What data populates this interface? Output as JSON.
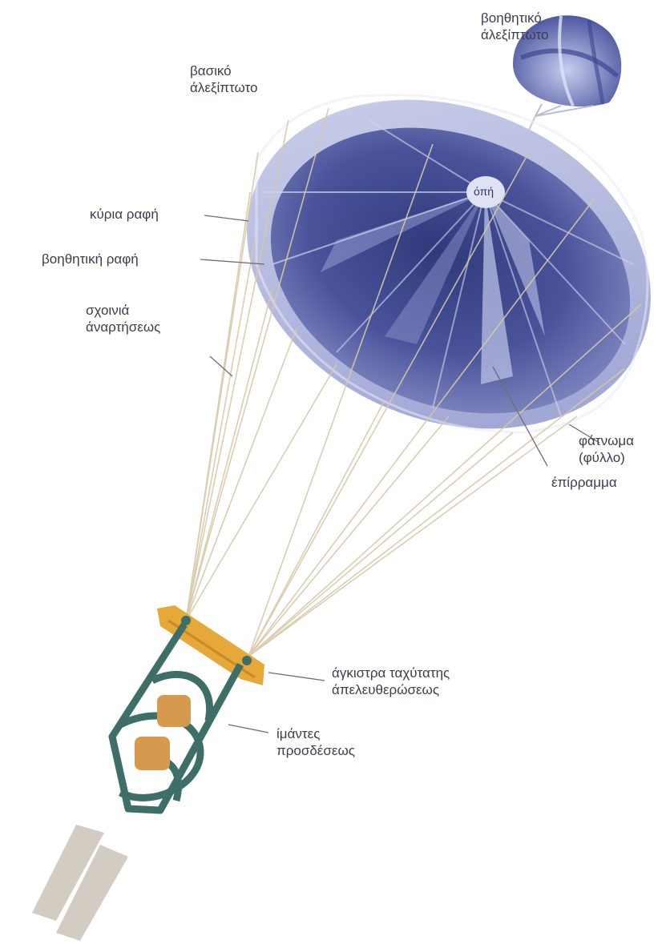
{
  "labels": {
    "pilot_chute": [
      "βοηθητικό",
      "άλεξίπτωτο"
    ],
    "main_canopy": [
      "βασικό",
      "άλεξίπτωτο"
    ],
    "main_seam": "κύρια ραφή",
    "aux_seam": "βοηθητική ραφή",
    "suspension_lines": [
      "σχοινιά",
      "άναρτήσεως"
    ],
    "vent": "όπή",
    "gore": [
      "φάτνωμα",
      "(φύλλο)"
    ],
    "tape": "έπίρραμμα",
    "release_hooks": [
      "άγκιστρα ταχύτατης",
      "άπελευθερώσεως"
    ],
    "harness_straps": [
      "ίμάντες",
      "προσδέσεως"
    ]
  },
  "colors": {
    "canopy_light": "#aab0d8",
    "canopy_dark": "#3c4585",
    "canopy_mid": "#6e76b4",
    "lines": "#d8c8a8",
    "riser": "#e7a83a",
    "harness": "#3e6e68",
    "leader": "#6b6e78",
    "text": "#3a3f4c"
  }
}
